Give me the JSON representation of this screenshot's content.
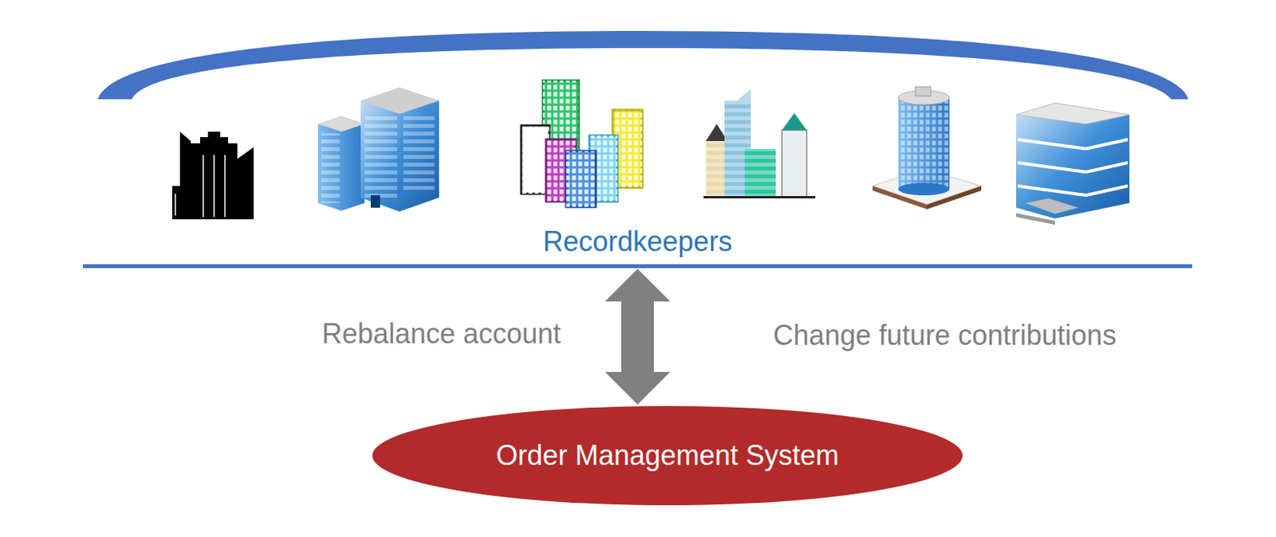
{
  "diagram": {
    "nodes": [
      {
        "text": [
          "Recordkeepers"
        ]
      },
      {
        "text": [
          "Order Management System"
        ]
      }
    ],
    "edges": [
      {
        "from": 0,
        "to": 1,
        "arrow": "both"
      }
    ],
    "labels": [
      "Rebalance account",
      "Change future contributions"
    ]
  }
}
